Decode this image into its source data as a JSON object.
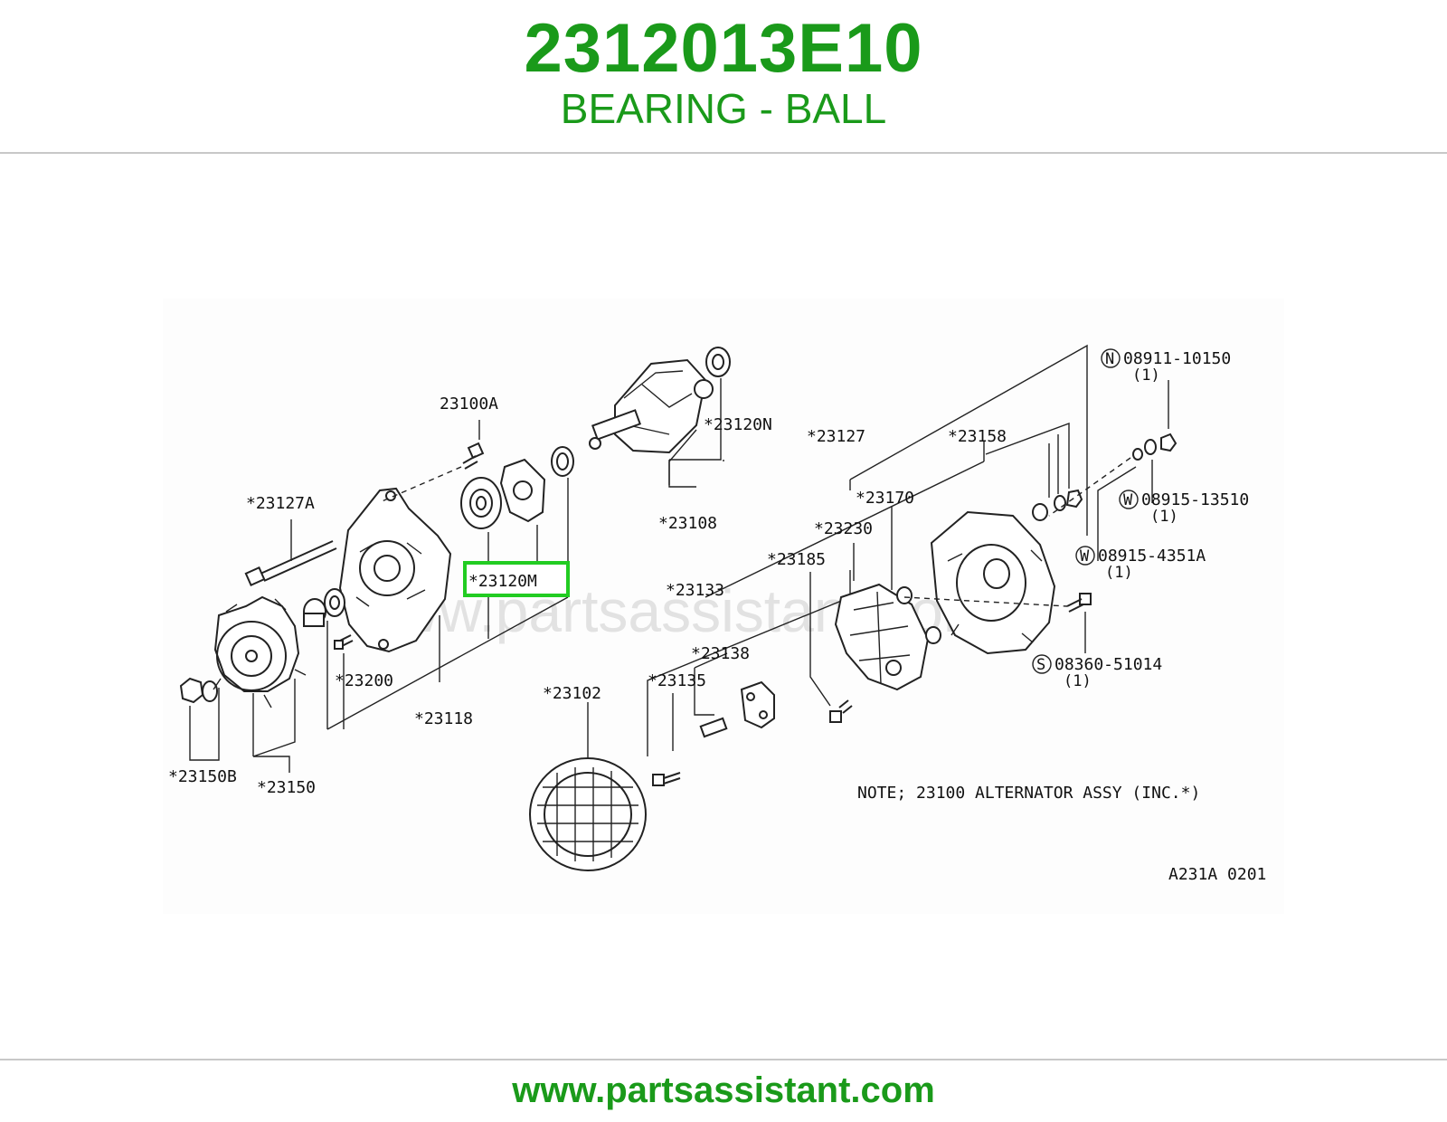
{
  "header": {
    "part_number": "2312013E10",
    "part_name": "BEARING - BALL"
  },
  "highlight": {
    "label": "*23120M",
    "color": "#22cc22"
  },
  "diagram": {
    "watermark": "www.partsassistant.com",
    "labels": {
      "l23100A": "23100A",
      "l23127A": "*23127A",
      "l23120N": "*23120N",
      "l23108": "*23108",
      "l23127": "*23127",
      "l23158": "*23158",
      "l23170": "*23170",
      "l23230": "*23230",
      "l23185": "*23185",
      "l23133": "*23133",
      "l23138": "*23138",
      "l23135": "*23135",
      "l23200": "*23200",
      "l23118": "*23118",
      "l23102": "*23102",
      "l23150B": "*23150B",
      "l23150": "*23150",
      "n_part": "08911-10150",
      "n_qty": "(1)",
      "w1_part": "08915-13510",
      "w1_qty": "(1)",
      "w2_part": "08915-4351A",
      "w2_qty": "(1)",
      "s_part": "08360-51014",
      "s_qty": "(1)",
      "n_marker": "N",
      "w1_marker": "W",
      "w2_marker": "W",
      "s_marker": "S"
    },
    "note": "NOTE; 23100 ALTERNATOR ASSY (INC.*)",
    "code": "A231A 0201"
  },
  "footer": {
    "url": "www.partsassistant.com"
  },
  "colors": {
    "brand": "#1a9a1a",
    "rule": "#c8c8c8",
    "highlight": "#22cc22"
  }
}
